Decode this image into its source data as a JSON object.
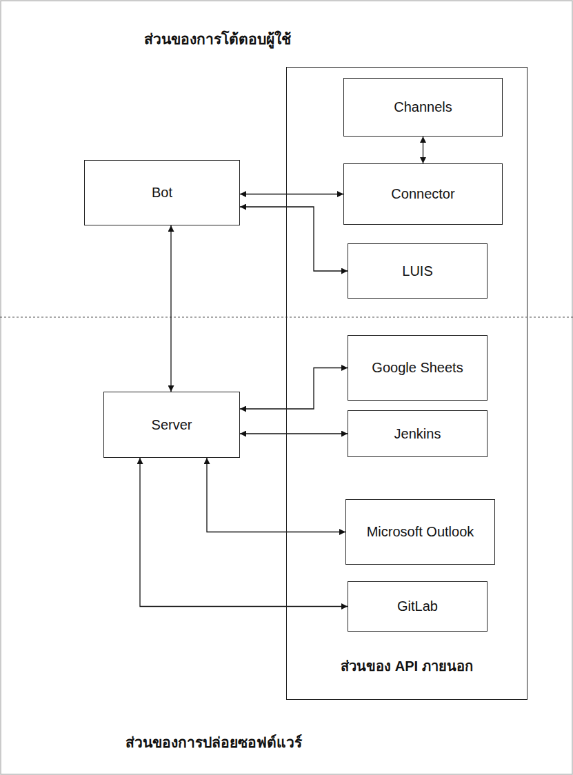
{
  "diagram": {
    "nodes": [
      {
        "text": [
          "Bot"
        ]
      },
      {
        "text": [
          "Server"
        ]
      },
      {
        "text": [
          "ส่วนของ API ภายนอก"
        ]
      },
      {
        "text": [
          "Channels"
        ],
        "in": 2
      },
      {
        "text": [
          "Connector"
        ],
        "in": 2
      },
      {
        "text": [
          "LUIS"
        ],
        "in": 2
      },
      {
        "text": [
          "Google Sheets"
        ],
        "in": 2
      },
      {
        "text": [
          "Jenkins"
        ],
        "in": 2
      },
      {
        "text": [
          "Microsoft Outlook"
        ],
        "in": 2
      },
      {
        "text": [
          "GitLab"
        ],
        "in": 2
      }
    ],
    "edges": [
      {
        "from": 3,
        "to": 4,
        "arrow": "both"
      },
      {
        "from": 0,
        "to": 4,
        "arrow": "both"
      },
      {
        "from": 0,
        "to": 5,
        "arrow": "both"
      },
      {
        "from": 0,
        "to": 1,
        "arrow": "both"
      },
      {
        "from": 1,
        "to": 6,
        "arrow": "both"
      },
      {
        "from": 1,
        "to": 7,
        "arrow": "both"
      },
      {
        "from": 1,
        "to": 8,
        "arrow": "both"
      },
      {
        "from": 1,
        "to": 9,
        "arrow": "both"
      }
    ],
    "labels": [
      "ส่วนของการโต้ตอบผู้ใช้",
      "ส่วนของการปล่อยซอฟต์แวร์"
    ]
  }
}
